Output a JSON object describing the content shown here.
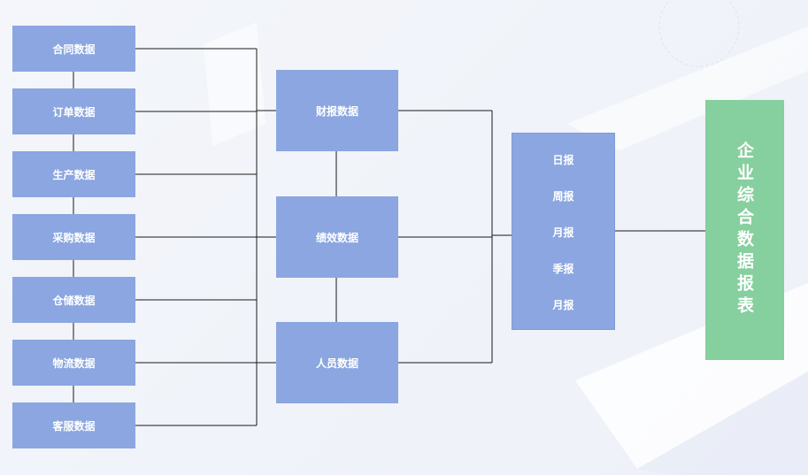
{
  "sources": [
    "合同数据",
    "订单数据",
    "生产数据",
    "采购数据",
    "仓储数据",
    "物流数据",
    "客服数据"
  ],
  "middle": [
    "财报数据",
    "绩效数据",
    "人员数据"
  ],
  "reports": [
    "日报",
    "周报",
    "月报",
    "季报",
    "月报"
  ],
  "final": "企业综合数据报表",
  "colors": {
    "box": "#8ba6e0",
    "final": "#86cf9e",
    "line": "#1a1a1a"
  }
}
